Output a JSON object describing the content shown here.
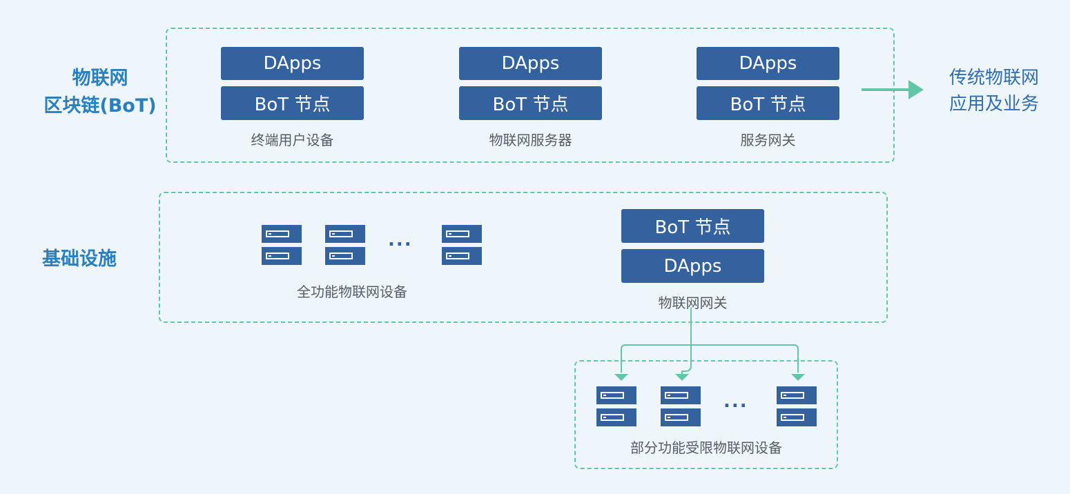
{
  "labels": {
    "bot_side": [
      "物联网",
      "区块链(BoT)"
    ],
    "infra_side": "基础设施",
    "right": [
      "传统物联网",
      "应用及业务"
    ]
  },
  "blocks": {
    "dapps": "DApps",
    "bot_node": "BoT 节点"
  },
  "captions": {
    "end_user": "终端用户设备",
    "iot_server": "物联网服务器",
    "service_gateway": "服务网关",
    "full_devices": "全功能物联网设备",
    "iot_gateway": "物联网网关",
    "limited_devices": "部分功能受限物联网设备"
  },
  "ellipsis": "...",
  "colors": {
    "background": "#eef6fb",
    "block": "#34629f",
    "dashed": "#62c6a5",
    "side_label": "#2a7fbf",
    "right_label": "#2f6eb1"
  },
  "icons": [
    "server-icon",
    "arrow-right-icon"
  ]
}
